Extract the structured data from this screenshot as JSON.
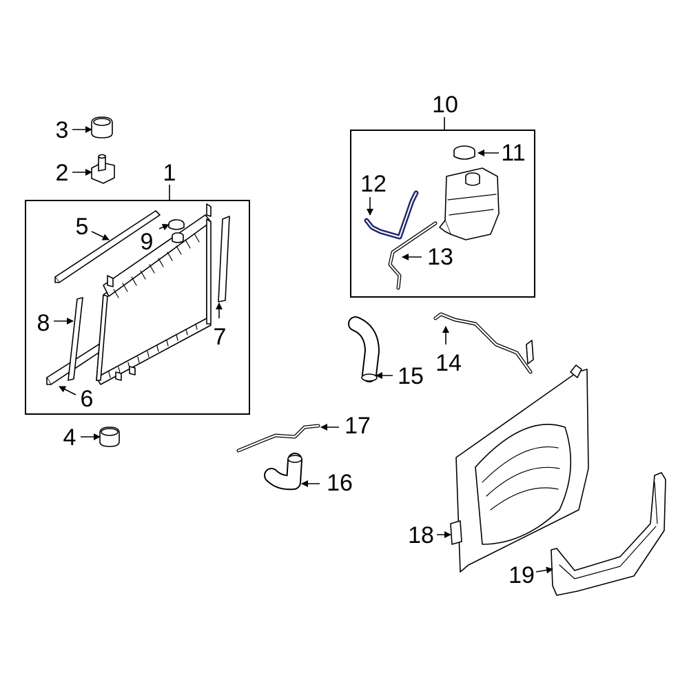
{
  "diagram": {
    "highlight_color": "#1f2a6b",
    "callouts": {
      "c1": "1",
      "c2": "2",
      "c3": "3",
      "c4": "4",
      "c5": "5",
      "c6": "6",
      "c7": "7",
      "c8": "8",
      "c9": "9",
      "c10": "10",
      "c11": "11",
      "c12": "12",
      "c13": "13",
      "c14": "14",
      "c15": "15",
      "c16": "16",
      "c17": "17",
      "c18": "18",
      "c19": "19"
    }
  }
}
